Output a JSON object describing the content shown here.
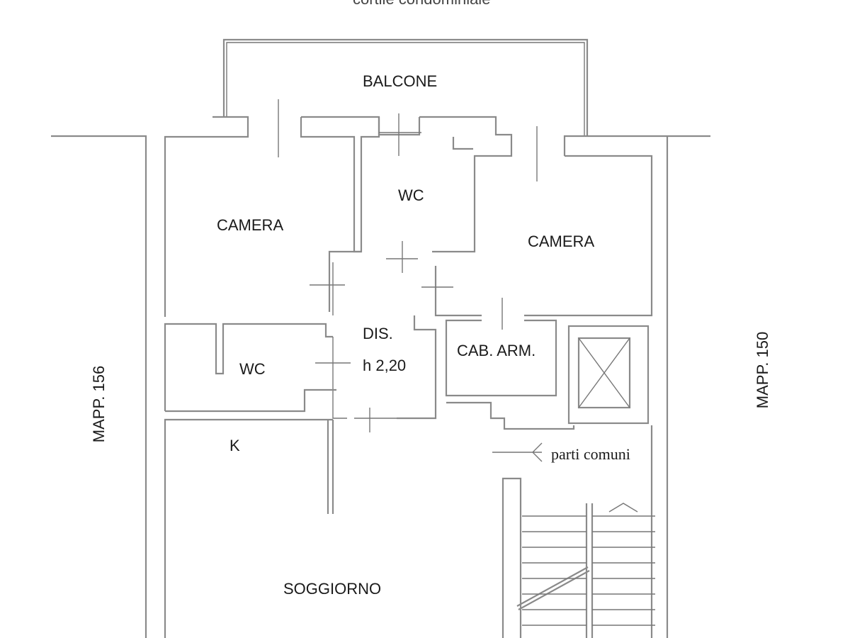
{
  "title": "cortile condominiale",
  "rooms": {
    "balcone": "BALCONE",
    "camera_left": "CAMERA",
    "camera_right": "CAMERA",
    "wc_top": "WC",
    "wc_left": "WC",
    "dis": "DIS.",
    "dis_height": "h 2,20",
    "cab_arm": "CAB. ARM.",
    "kitchen": "K",
    "soggiorno": "SOGGIORNO"
  },
  "annotations": {
    "parti_comuni": "parti comuni",
    "mapp_left": "MAPP. 156",
    "mapp_right": "MAPP. 150"
  },
  "colors": {
    "wall": "#8a8a8a",
    "text": "#1a1a1a"
  }
}
